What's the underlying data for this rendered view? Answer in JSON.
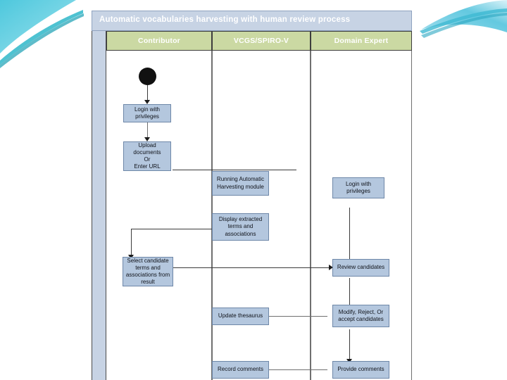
{
  "slide": {
    "title": "Automatic vocabularies harvesting with human review process",
    "decoration": "corner-swoosh-ribbons"
  },
  "colors": {
    "title_bar": "#c7d3e4",
    "lane_header": "#cbd9a3",
    "node_fill": "#b4c7de",
    "node_border": "#6e87a8",
    "connector": "#3a3a3a",
    "swoosh_cyan": "#5ecfe0",
    "swoosh_blue": "#8fd3e8"
  },
  "lanes": [
    {
      "label": "Contributor"
    },
    {
      "label": "VCGS/SPIRO-V"
    },
    {
      "label": "Domain Expert"
    }
  ],
  "nodes": [
    {
      "id": "start",
      "lane": 0,
      "label": "",
      "type": "start"
    },
    {
      "id": "login-contrib",
      "lane": 0,
      "label": "Login with privileges",
      "type": "activity"
    },
    {
      "id": "upload",
      "lane": 0,
      "label": "Upload documents Or Enter URL",
      "type": "activity"
    },
    {
      "id": "select-candidate",
      "lane": 0,
      "label": "Select candidate terms and associations from result",
      "type": "activity"
    },
    {
      "id": "running-harvest",
      "lane": 1,
      "label": "Running Automatic Harvesting module",
      "type": "activity"
    },
    {
      "id": "display-extracted",
      "lane": 1,
      "label": "Display extracted terms and associations",
      "type": "activity"
    },
    {
      "id": "update-thesaurus",
      "lane": 1,
      "label": "Update thesaurus",
      "type": "activity"
    },
    {
      "id": "record-comments",
      "lane": 1,
      "label": "Record comments",
      "type": "activity"
    },
    {
      "id": "login-expert",
      "lane": 2,
      "label": "Login with privileges",
      "type": "activity"
    },
    {
      "id": "review-candidates",
      "lane": 2,
      "label": "Review candidates",
      "type": "activity"
    },
    {
      "id": "modify-reject",
      "lane": 2,
      "label": "Modify, Reject, Or accept candidates",
      "type": "activity"
    },
    {
      "id": "provide-comments",
      "lane": 2,
      "label": "Provide comments",
      "type": "activity"
    }
  ],
  "node_text": {
    "login_contrib_l1": "Login with",
    "login_contrib_l2": "privileges",
    "upload_l1": "Upload",
    "upload_l2": "documents",
    "upload_l3": "Or",
    "upload_l4": "Enter URL",
    "select_l1": "Select candidate",
    "select_l2": "terms and",
    "select_l3": "associations from",
    "select_l4": "result",
    "running_l1": "Running Automatic",
    "running_l2": "Harvesting module",
    "display_l1": "Display extracted",
    "display_l2": "terms and",
    "display_l3": "associations",
    "update_thesaurus": "Update thesaurus",
    "record_comments": "Record comments",
    "login_expert_l1": "Login with",
    "login_expert_l2": "privileges",
    "review_candidates": "Review candidates",
    "modify_l1": "Modify, Reject, Or",
    "modify_l2": "accept candidates",
    "provide_comments": "Provide comments"
  }
}
